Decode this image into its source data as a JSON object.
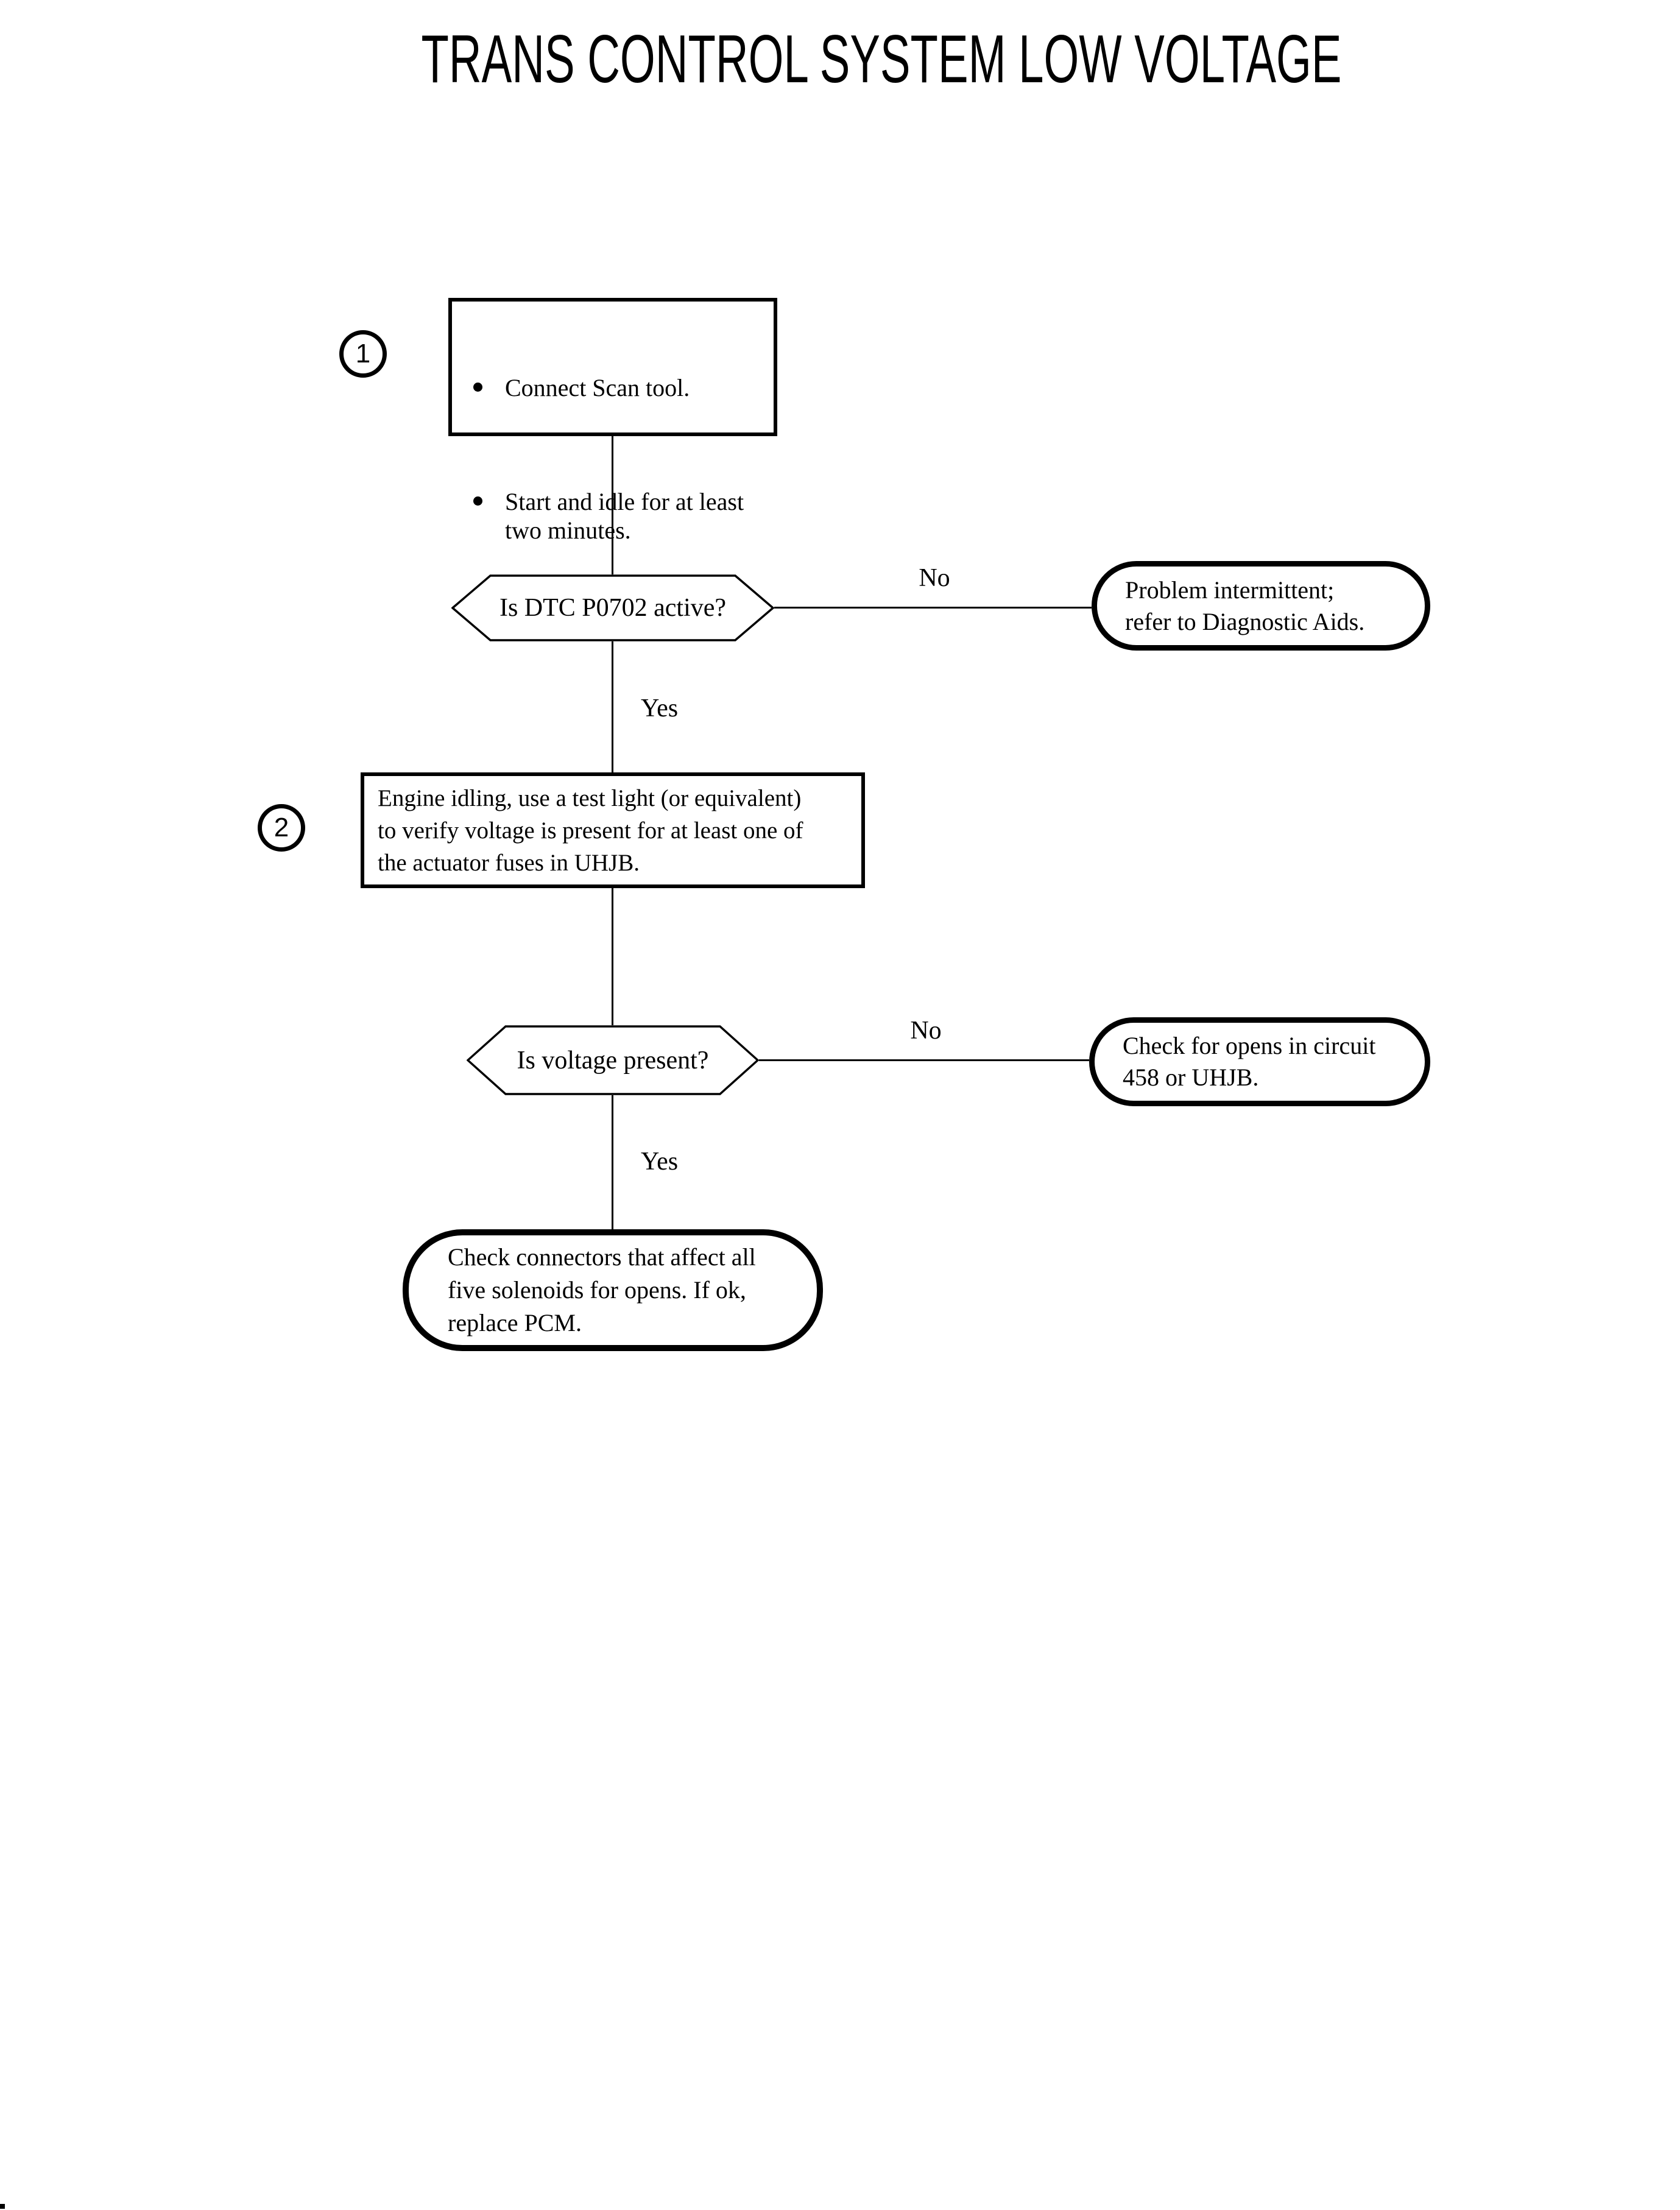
{
  "page": {
    "title": "TRANS CONTROL SYSTEM LOW VOLTAGE"
  },
  "flowchart": {
    "step1": {
      "marker": "1",
      "bullets": [
        "Connect Scan tool.",
        "Start and idle for at least\ntwo minutes."
      ]
    },
    "decision1": {
      "question": "Is DTC P0702 active?",
      "no_label": "No",
      "yes_label": "Yes"
    },
    "result1": {
      "text": "Problem intermittent;\nrefer to Diagnostic Aids."
    },
    "step2": {
      "marker": "2",
      "text": "Engine idling, use a test light (or equivalent)\nto verify voltage is present for at least one of\nthe actuator fuses in UHJB."
    },
    "decision2": {
      "question": "Is voltage present?",
      "no_label": "No",
      "yes_label": "Yes"
    },
    "result2": {
      "text": "Check for opens in circuit\n458 or UHJB."
    },
    "terminal": {
      "text": "Check connectors that affect all\nfive solenoids for opens. If ok,\nreplace PCM."
    }
  }
}
